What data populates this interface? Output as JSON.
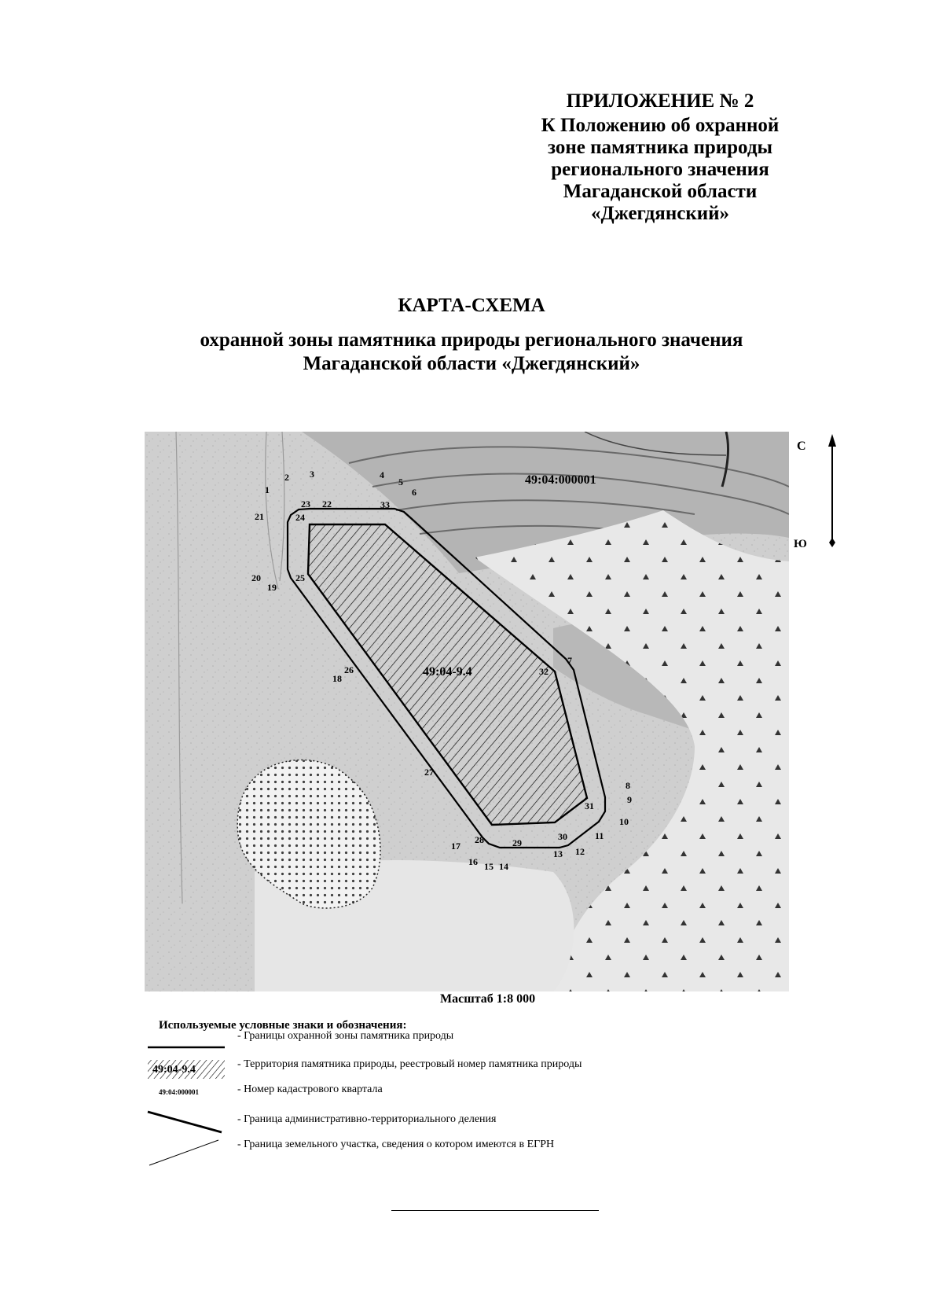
{
  "appendix": {
    "number": "ПРИЛОЖЕНИЕ № 2",
    "lines": [
      "К Положению об охранной",
      "зоне памятника природы",
      "регионального значения",
      "Магаданской области",
      "«Джегдянский»"
    ]
  },
  "title": "КАРТА-СХЕМА",
  "subtitle": [
    "охранной зоны памятника природы регионального значения",
    "Магаданской области «Джегдянский»"
  ],
  "map": {
    "quarter_label": "49:04:000001",
    "monument_label": "49:04-9.4",
    "point_labels": [
      "1",
      "2",
      "3",
      "4",
      "5",
      "6",
      "7",
      "8",
      "9",
      "10",
      "11",
      "12",
      "13",
      "14",
      "15",
      "16",
      "17",
      "18",
      "19",
      "20",
      "21",
      "22",
      "23",
      "24",
      "25",
      "26",
      "27",
      "28",
      "29",
      "30",
      "31",
      "32",
      "33"
    ]
  },
  "compass": {
    "north": "С",
    "south": "Ю"
  },
  "scale": "Масштаб 1:8 000",
  "legend": {
    "title": "Используемые условные знаки и обозначения:",
    "items": [
      {
        "symbol": "line",
        "text": "- Границы охранной зоны памятника природы"
      },
      {
        "symbol": "hatch",
        "symbol_text": "49:04-9.4",
        "text": "- Территория памятника природы, реестровый номер памятника природы"
      },
      {
        "symbol": "label",
        "symbol_text": "49:04:000001",
        "text": "- Номер кадастрового квартала"
      },
      {
        "symbol": "thick-diagonal",
        "text": "- Граница административно-территориального деления"
      },
      {
        "symbol": "thin-diagonal",
        "text": "- Граница земельного участка, сведения о котором имеются в ЕГРН"
      }
    ]
  }
}
